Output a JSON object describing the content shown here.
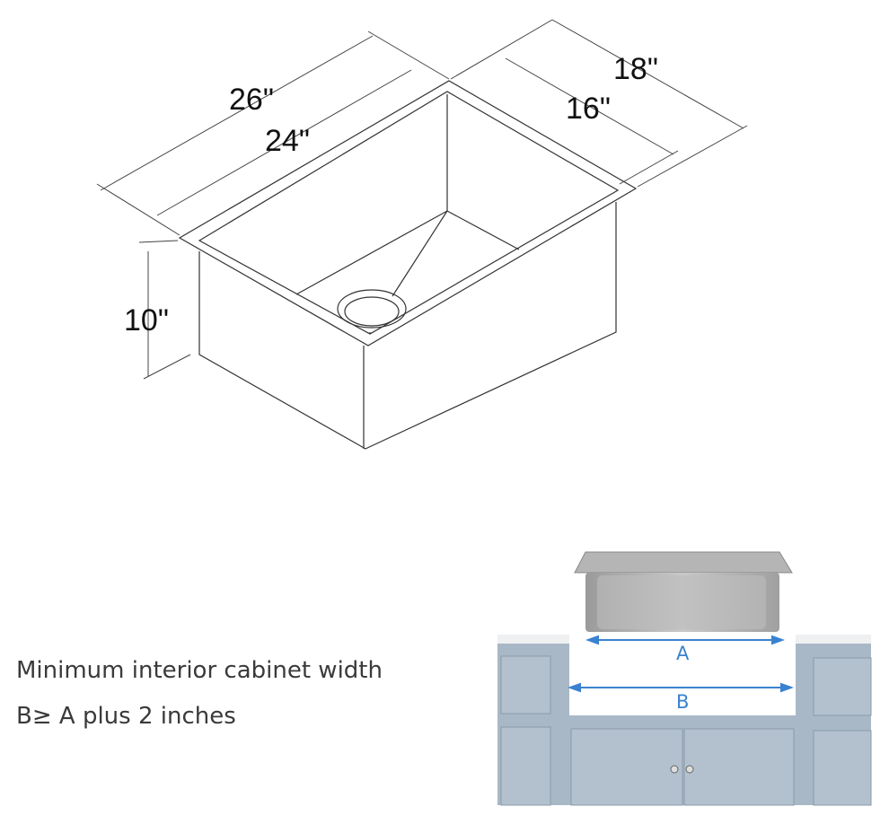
{
  "dimensions": {
    "outer_length": "26\"",
    "inner_length": "24\"",
    "outer_width": "18\"",
    "inner_width": "16\"",
    "depth": "10\""
  },
  "caption": {
    "line1": "Minimum interior cabinet width",
    "line2": "B≥ A plus 2 inches"
  },
  "cabinet_diagram": {
    "label_a": "A",
    "label_b": "B",
    "arrow_color": "#3a82d0",
    "cabinet_color": "#a9b8c6"
  }
}
